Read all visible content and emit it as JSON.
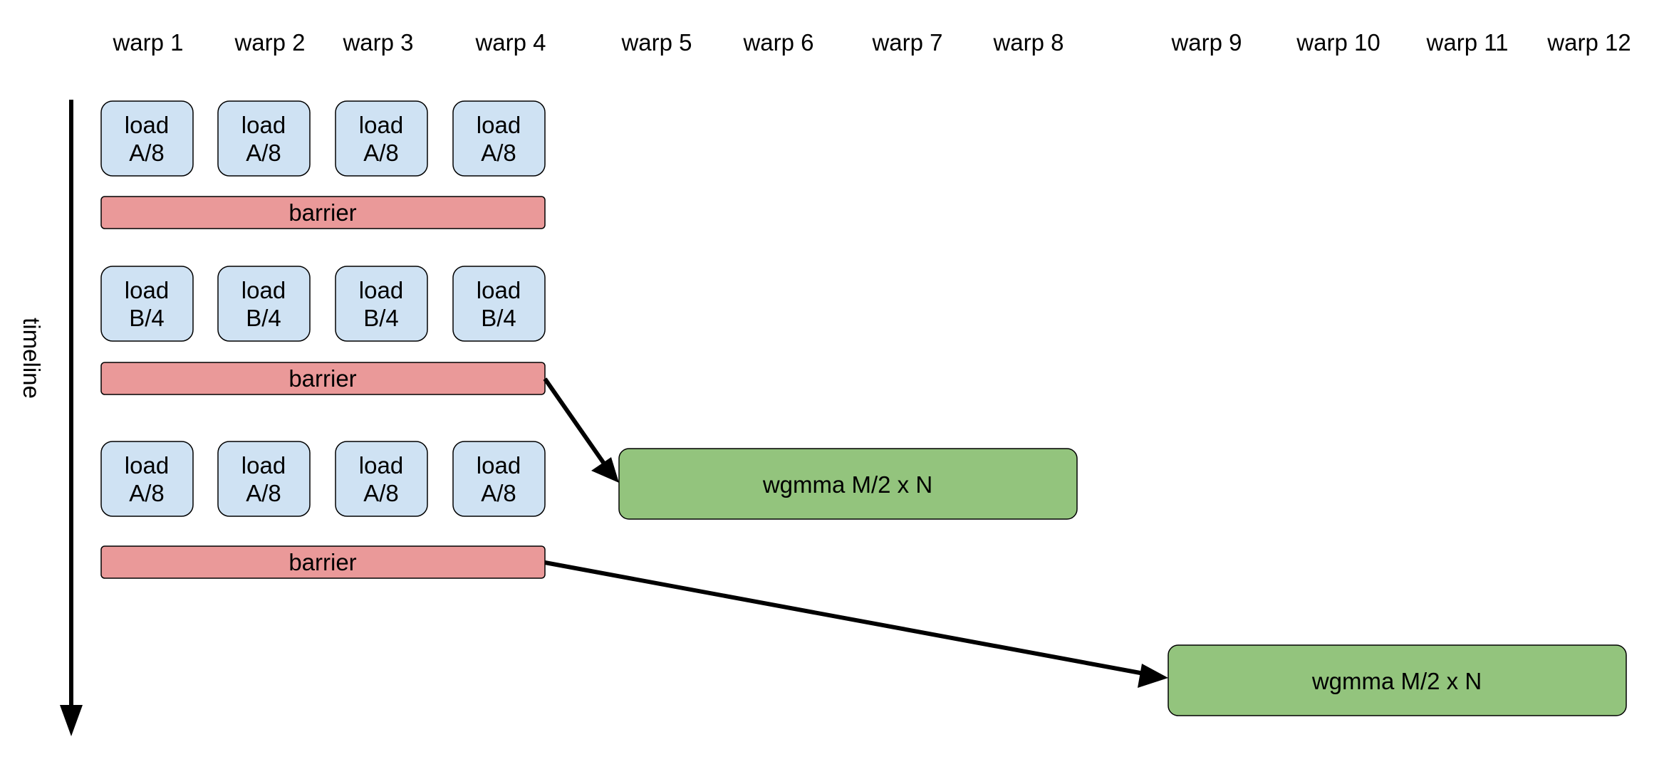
{
  "warps": [
    {
      "label": "warp 1"
    },
    {
      "label": "warp 2"
    },
    {
      "label": "warp 3"
    },
    {
      "label": "warp 4"
    },
    {
      "label": "warp 5"
    },
    {
      "label": "warp 6"
    },
    {
      "label": "warp 7"
    },
    {
      "label": "warp 8"
    },
    {
      "label": "warp 9"
    },
    {
      "label": "warp 10"
    },
    {
      "label": "warp 11"
    },
    {
      "label": "warp 12"
    }
  ],
  "timeline": {
    "label": "timeline"
  },
  "stages": [
    {
      "loads": [
        {
          "line1": "load",
          "line2": "A/8"
        },
        {
          "line1": "load",
          "line2": "A/8"
        },
        {
          "line1": "load",
          "line2": "A/8"
        },
        {
          "line1": "load",
          "line2": "A/8"
        }
      ],
      "barrier": "barrier"
    },
    {
      "loads": [
        {
          "line1": "load",
          "line2": "B/4"
        },
        {
          "line1": "load",
          "line2": "B/4"
        },
        {
          "line1": "load",
          "line2": "B/4"
        },
        {
          "line1": "load",
          "line2": "B/4"
        }
      ],
      "barrier": "barrier"
    },
    {
      "loads": [
        {
          "line1": "load",
          "line2": "A/8"
        },
        {
          "line1": "load",
          "line2": "A/8"
        },
        {
          "line1": "load",
          "line2": "A/8"
        },
        {
          "line1": "load",
          "line2": "A/8"
        }
      ],
      "barrier": "barrier"
    }
  ],
  "wgmma": [
    {
      "label": "wgmma M/2 x N"
    },
    {
      "label": "wgmma M/2 x N"
    }
  ],
  "colors": {
    "load_fill": "#cfe2f3",
    "barrier_fill": "#ea9999",
    "wgmma_fill": "#93c47d",
    "stroke": "#000000"
  }
}
